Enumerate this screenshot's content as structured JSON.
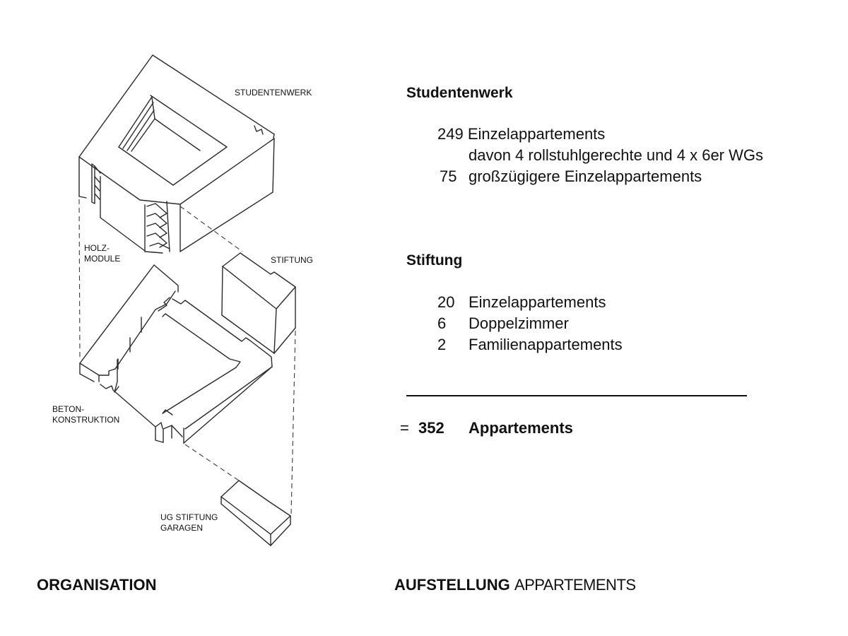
{
  "diagram": {
    "labels": {
      "studentenwerk": "STUDENTENWERK",
      "holz_line1": "HOLZ-",
      "holz_line2": "MODULE",
      "stiftung": "STIFTUNG",
      "beton_line1": "BETON-",
      "beton_line2": "KONSTRUKTION",
      "ug_line1": "UG STIFTUNG",
      "ug_line2": "GARAGEN"
    }
  },
  "summary": {
    "studentenwerk": {
      "heading": "Studentenwerk",
      "rows": [
        {
          "count": "249",
          "label": "Einzelappartements"
        },
        {
          "count": "",
          "label": "davon 4 rollstuhlgerechte und 4 x 6er WGs"
        },
        {
          "count": "75",
          "label": "großzügigere Einzelappartements"
        }
      ]
    },
    "stiftung": {
      "heading": "Stiftung",
      "rows": [
        {
          "count": "20",
          "label": "Einzelappartements"
        },
        {
          "count": "6",
          "label": "Doppelzimmer"
        },
        {
          "count": "2",
          "label": "Familienappartements"
        }
      ]
    },
    "total": {
      "prefix": "=",
      "count": "352",
      "label": "Appartements"
    }
  },
  "footer": {
    "left_title": "ORGANISATION",
    "right_title_bold": "AUFSTELLUNG",
    "right_title_light": "APPARTEMENTS"
  }
}
